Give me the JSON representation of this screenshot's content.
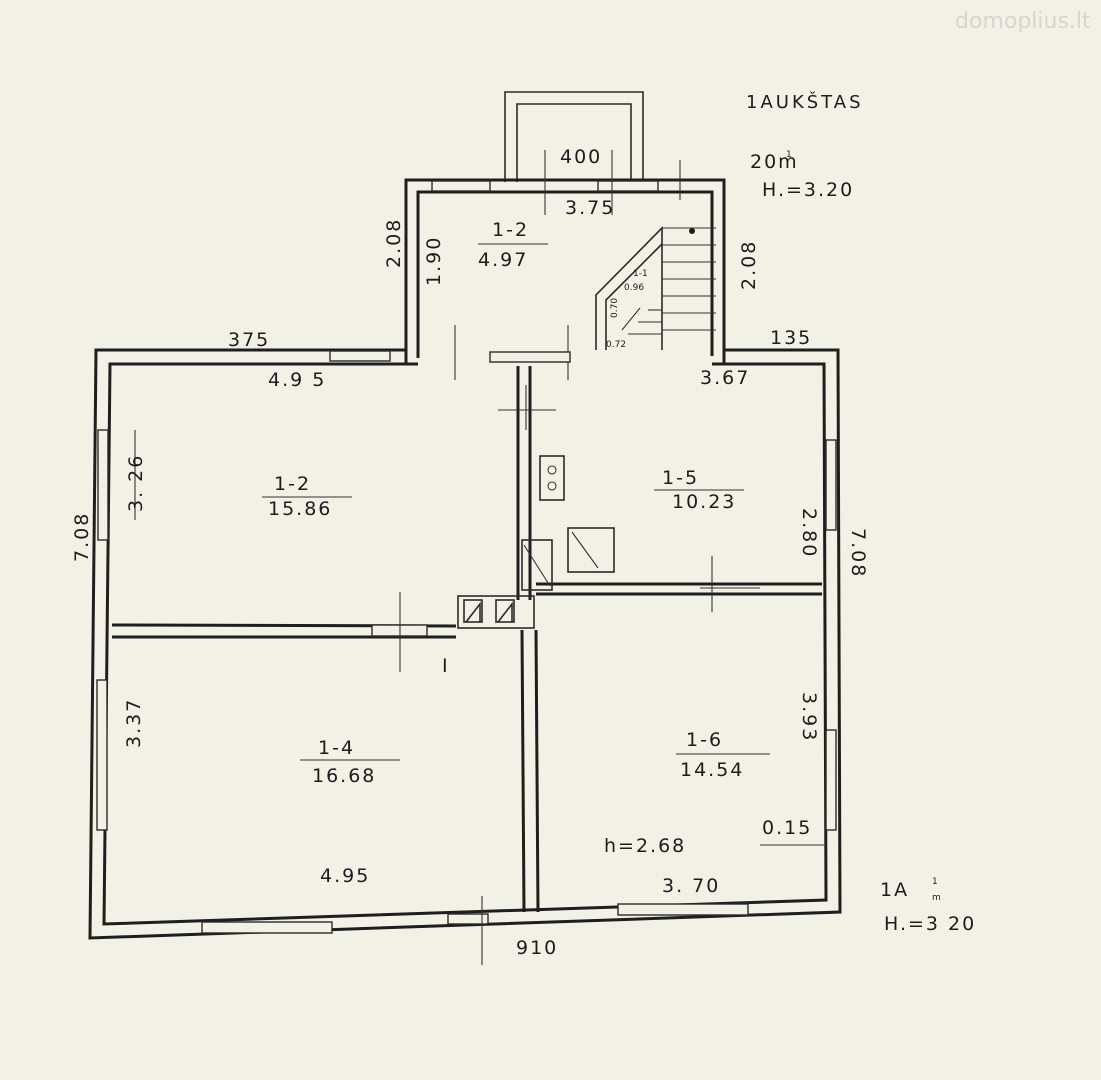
{
  "watermark": "domoplius.lt",
  "title": "1AUKŠTAS",
  "top_note": {
    "line1": "20m",
    "frac": "1",
    "line2": "H.=3.20"
  },
  "bottom_note": {
    "line1": "1A",
    "frac": "1",
    "unit": "m",
    "line2": "H.=3 20"
  },
  "rooms": [
    {
      "id": "1-2",
      "area": "4.97"
    },
    {
      "id": "1-1",
      "area": "0.96"
    },
    {
      "id": "1-2",
      "area": "15.86"
    },
    {
      "id": "1-5",
      "area": "10.23"
    },
    {
      "id": "1-4",
      "area": "16.68"
    },
    {
      "id": "1-6",
      "area": "14.54"
    }
  ],
  "dimensions": {
    "porch_top_outer": "400",
    "porch_top_inner": "3.75",
    "porch_left_outer": "2.08",
    "porch_left_inner": "1.90",
    "porch_right": "2.08",
    "stair_a": "0.70",
    "stair_b": "0.72",
    "left_top_outer": "375",
    "right_top_outer": "135",
    "room12_width": "4.9 5",
    "room15_width": "3.67",
    "room12_height": "3. 26",
    "left_total": "7.08",
    "room15_height": "2.80",
    "right_total": "7.08",
    "room14_height": "3.37",
    "room16_height": "3.93",
    "room14_width": "4.95",
    "room16_width": "3. 70",
    "room16_ceiling": "h=2.68",
    "wall_mark": "0.15",
    "bottom_total": "910",
    "door_mark": "I"
  }
}
